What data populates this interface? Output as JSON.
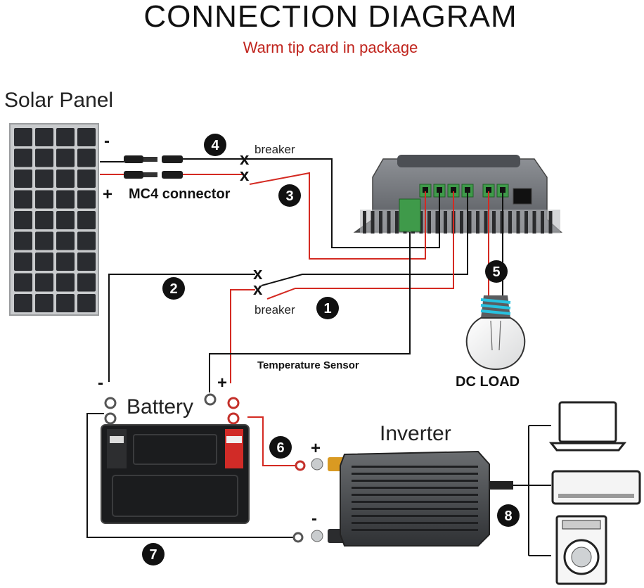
{
  "header": {
    "title": "CONNECTION DIAGRAM",
    "subtitle": "Warm tip card in package"
  },
  "labels": {
    "solar_panel": "Solar Panel",
    "panel_minus": "-",
    "panel_plus": "+",
    "mc4_connector": "MC4 connector",
    "breaker_top": "breaker",
    "breaker_bottom": "breaker",
    "temperature_sensor": "Temperature Sensor",
    "dc_load": "DC  LOAD",
    "battery": "Battery",
    "battery_minus": "-",
    "battery_plus": "+",
    "inverter": "Inverter",
    "inverter_plus": "+",
    "inverter_minus": "-",
    "breaker_mark": "x"
  },
  "badges": [
    "1",
    "2",
    "3",
    "4",
    "5",
    "6",
    "7",
    "8"
  ],
  "colors": {
    "positive_wire": "#d42a22",
    "negative_wire": "#111111",
    "controller_body": "#6b6e73",
    "terminal_green": "#3f9a4a",
    "panel_cell": "#2a2c30"
  }
}
